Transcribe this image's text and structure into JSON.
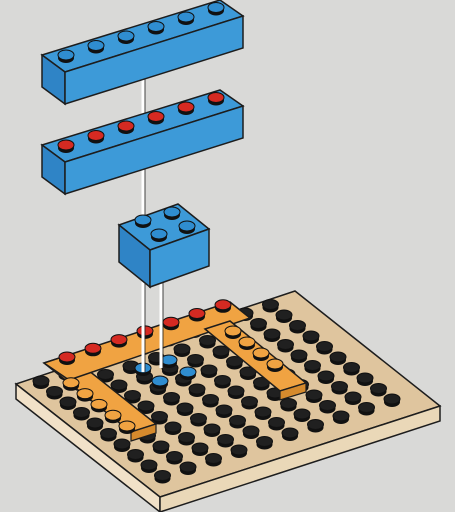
{
  "scene": {
    "background": "#d9d9d7",
    "colors": {
      "brick_blue": "#3d9ad8",
      "brick_blue_side": "#2f84c6",
      "brick_blue_dark": "#1f5f96",
      "stud_blue": "#2f8dd0",
      "stud_red": "#d52a22",
      "stud_orange": "#f0a342",
      "stud_black": "#202020",
      "plate_tan_top": "#dfc59e",
      "plate_tan_side": "#f1e1c8",
      "plate_orange_top": "#f0a342",
      "plate_orange_side": "#d58a2d",
      "guide_line": "#ffffff",
      "outline": "#1d1d1d"
    },
    "icons": [
      "blue-1x6-brick-icon",
      "blue-1x6-red-stud-brick-icon",
      "blue-2x2-brick-icon",
      "tan-baseplate-icon",
      "orange-c-plate-icon"
    ],
    "build_steps": {
      "top_brick": {
        "length_studs": 6,
        "color": "blue",
        "stud_color": "blue"
      },
      "middle_brick": {
        "length_studs": 6,
        "color": "blue",
        "stud_color": "red"
      },
      "small_brick": {
        "size": "2x2",
        "color": "blue"
      },
      "base_plate": {
        "size": "10x10",
        "color": "tan"
      },
      "c_plate": {
        "color": "orange"
      }
    }
  }
}
